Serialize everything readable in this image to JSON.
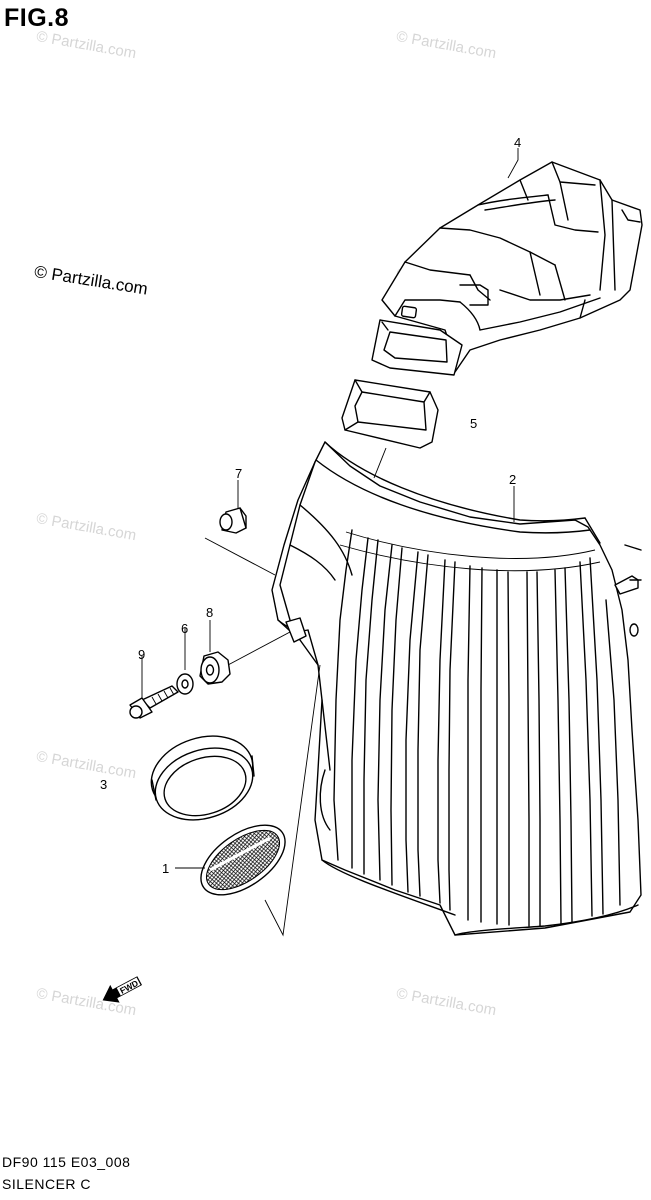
{
  "figure": {
    "title": "FIG.8",
    "copyright": "© Partzilla.com",
    "watermark": "© Partzilla.com",
    "code": "DF90 115 E03_008",
    "name": "SILENCER C"
  },
  "callouts": [
    {
      "id": "1",
      "label": "1",
      "part": "filter-screen"
    },
    {
      "id": "2",
      "label": "2",
      "part": "silencer-case"
    },
    {
      "id": "3",
      "label": "3",
      "part": "seal-ring"
    },
    {
      "id": "4",
      "label": "4",
      "part": "intake-duct"
    },
    {
      "id": "5",
      "label": "5",
      "part": "duct-seal"
    },
    {
      "id": "6",
      "label": "6",
      "part": "washer"
    },
    {
      "id": "7",
      "label": "7",
      "part": "grommet"
    },
    {
      "id": "8",
      "label": "8",
      "part": "cushion"
    },
    {
      "id": "9",
      "label": "9",
      "part": "bolt"
    }
  ],
  "arrow": {
    "label": "FWD",
    "icon": "forward-arrow-icon"
  },
  "colors": {
    "line": "#000000",
    "background": "#ffffff",
    "watermark": "#d6d6d6"
  }
}
